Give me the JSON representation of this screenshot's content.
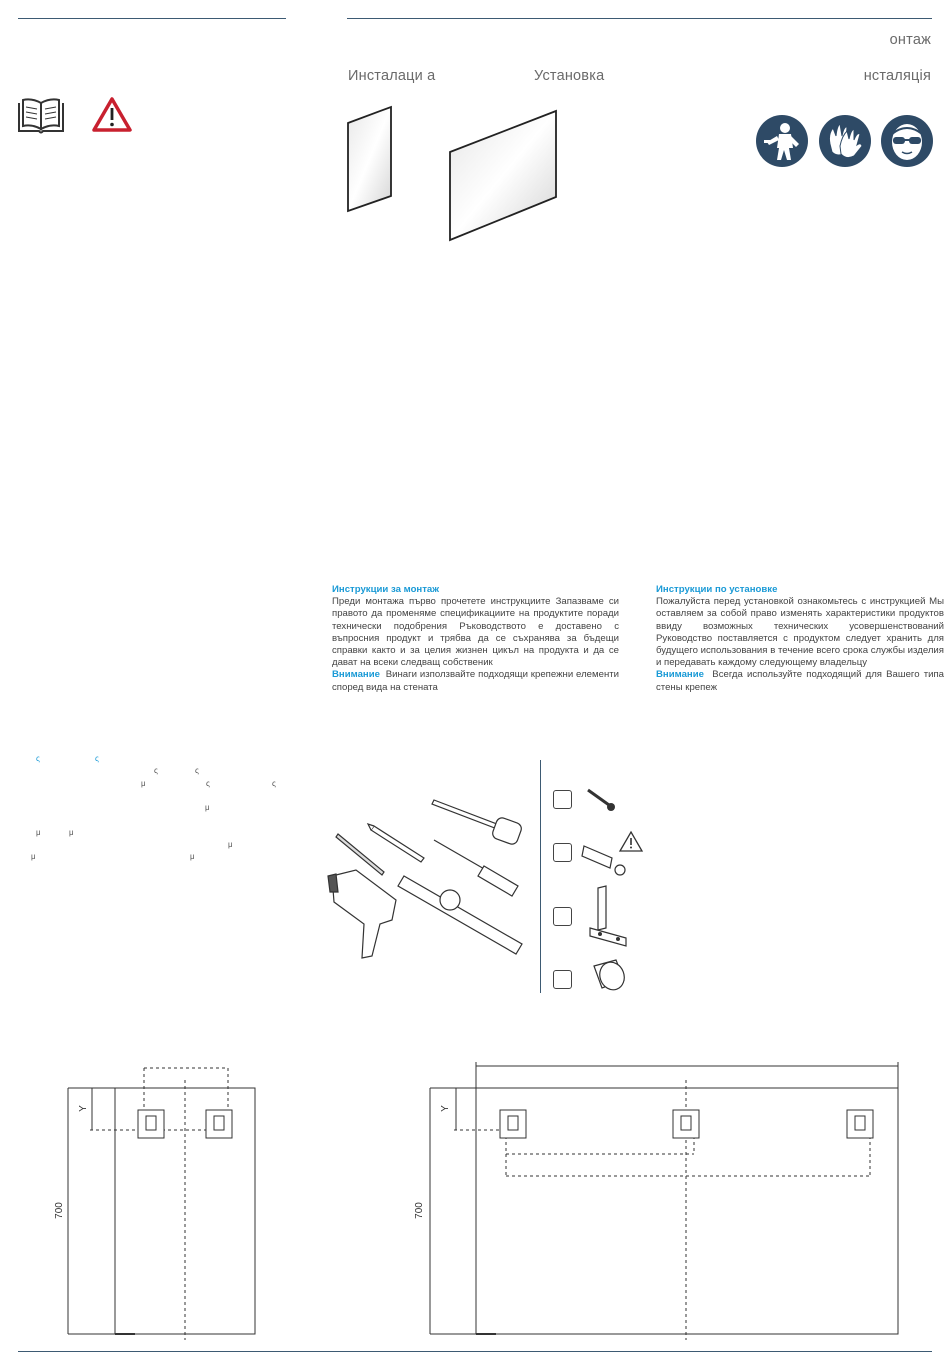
{
  "header": {
    "title_right": "онтаж",
    "install_bg": "Инсталаци а",
    "install_ru": "Установка",
    "install_uk": "нсталяція"
  },
  "instructions_bg": {
    "heading": "Инструкции за монтаж",
    "body": "Преди монтажа първо прочетете инструкциите Запазваме си правото да променяме спецификациите на продуктите поради технически подобрения Ръководството е доставено с въпросния продукт и трябва да се съхранява за бъдещи справки както и за целия жизнен цикъл на продукта и да се дават на всеки следващ собственик",
    "warning_label": "Внимание",
    "warning_text": "Винаги използвайте подходящи крепежни елементи според вида на стената"
  },
  "instructions_ru": {
    "heading": "Инструкции по установке",
    "body": "Пожалуйста перед установкой ознакомьтесь с инструкцией Мы оставляем за собой право изменять характеристики продуктов ввиду возможных технических усовершенствований Руководство поставляется с продуктом следует хранить для будущего использования в течение всего срока службы изделия и передавать каждому следующему владельцу",
    "warning_label": "Внимание",
    "warning_text": "Всегда используйте подходящий для Вашего типа стены крепеж"
  },
  "greek_fragments": {
    "l1a": "ς",
    "l1b": "ς",
    "l2a": "ς",
    "l2b": "ς",
    "l3a": "μ",
    "l3b": "ς",
    "l3c": "ς",
    "l4a": "μ",
    "l5a": "μ",
    "l5b": "μ",
    "l6a": "μ",
    "l7a": "μ",
    "l7b": "μ"
  },
  "drawings": {
    "height_small": "700",
    "height_large": "700",
    "y_label": "Y"
  },
  "icons": {
    "manual": "book-icon",
    "warning": "warning-triangle-icon",
    "ppe": [
      "worker-icon",
      "gloves-icon",
      "goggles-icon"
    ],
    "parts": [
      "screw-icon",
      "wall-plug-icon",
      "bracket-icon",
      "bumper-icon"
    ]
  },
  "colors": {
    "accent": "#1a9ad6",
    "navy": "#2e4a66",
    "warning_red": "#c8202f"
  }
}
